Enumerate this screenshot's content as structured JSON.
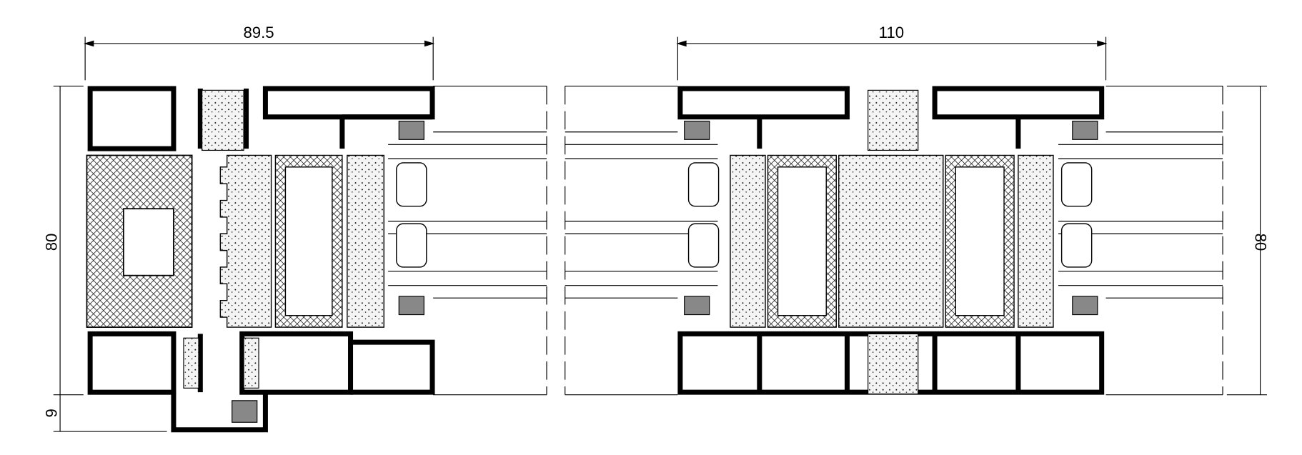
{
  "drawing": {
    "left_section": {
      "width_dimension": "89.5",
      "height_dimension": "80",
      "offset_dimension": "9"
    },
    "right_section": {
      "width_dimension": "110",
      "height_dimension": "80"
    }
  },
  "colors": {
    "profile": "#000000",
    "foam_fill": "#e8e8e8",
    "line": "#000000"
  }
}
